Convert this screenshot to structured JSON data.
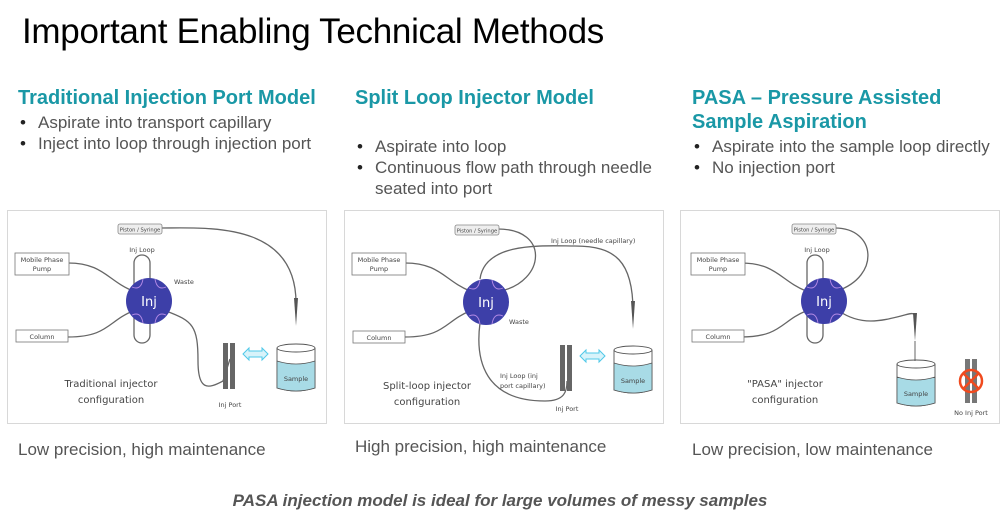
{
  "title": "Important Enabling Technical Methods",
  "columns": [
    {
      "heading": "Traditional Injection Port Model",
      "bullets": [
        "Aspirate into transport capillary",
        "Inject into loop through injection port"
      ],
      "diagram": {
        "piston": "Piston / Syringe",
        "pump": [
          "Mobile Phase",
          "Pump"
        ],
        "column": "Column",
        "valve": "Inj",
        "loop": "Inj Loop",
        "waste": "Waste",
        "port": "Inj Port",
        "sample": "Sample",
        "config": [
          "Traditional injector",
          "configuration"
        ]
      },
      "caption": "Low precision, high maintenance"
    },
    {
      "heading": "Split Loop Injector Model",
      "bullets": [
        "Aspirate into loop",
        "Continuous flow path through needle seated into port"
      ],
      "diagram": {
        "piston": "Piston / Syringe",
        "pump": [
          "Mobile Phase",
          "Pump"
        ],
        "column": "Column",
        "valve": "Inj",
        "loop_needle": "Inj Loop (needle capillary)",
        "loop_port": [
          "Inj Loop (inj",
          "port capillary)"
        ],
        "waste": "Waste",
        "port": "Inj Port",
        "sample": "Sample",
        "config": [
          "Split-loop injector",
          "configuration"
        ]
      },
      "caption": "High precision, high maintenance"
    },
    {
      "heading": "PASA – Pressure Assisted Sample Aspiration",
      "bullets": [
        "Aspirate into the sample loop directly",
        "No injection port"
      ],
      "diagram": {
        "piston": "Piston / Syringe",
        "pump": [
          "Mobile Phase",
          "Pump"
        ],
        "column": "Column",
        "valve": "Inj",
        "loop": "Inj Loop",
        "no_port": "No Inj Port",
        "sample": "Sample",
        "config": [
          "\"PASA\" injector",
          "configuration"
        ]
      },
      "caption": "Low precision, low maintenance"
    }
  ],
  "footer": "PASA injection model is ideal for large volumes of messy samples",
  "colors": {
    "heading": "#1a98a6",
    "valve": "#3d3fa8",
    "sample_liquid": "#a8dbe6",
    "arrow": "#4fc8e8",
    "no_port_mark": "#f04a1e"
  }
}
